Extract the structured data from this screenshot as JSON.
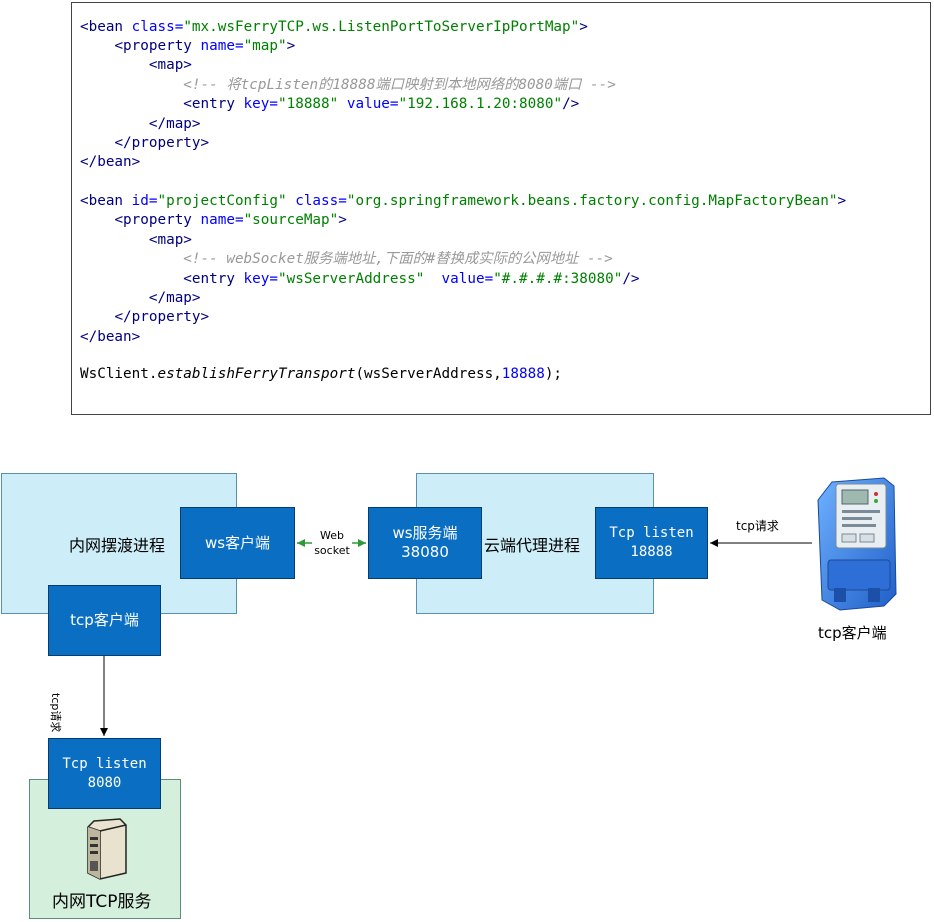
{
  "code": {
    "bean1_open_tag": "<bean",
    "bean1_class_attr": " class=",
    "bean1_class_val": "\"mx.wsFerryTCP.ws.ListenPortToServerIpPortMap\"",
    "gt": ">",
    "property_tag": "<property",
    "name_attr": " name=",
    "map_val": "\"map\"",
    "map_open": "<map>",
    "comment1": "<!-- 将tcpListen的18888端口映射到本地网络的8080端口 -->",
    "entry_tag": "<entry",
    "key_attr": " key=",
    "key1_val": "\"18888\"",
    "value_attr": " value=",
    "value1_val": "\"192.168.1.20:8080\"",
    "self_close": "/>",
    "map_close": "</map>",
    "property_close": "</property>",
    "bean_close": "</bean>",
    "id_attr": " id=",
    "bean2_id_val": "\"projectConfig\"",
    "bean2_class_val": "\"org.springframework.beans.factory.config.MapFactoryBean\"",
    "sourcemap_val": "\"sourceMap\"",
    "comment2": "<!-- webSocket服务端地址,下面的#替换成实际的公网地址 -->",
    "key2_val": "\"wsServerAddress\"",
    "value_attr2": "  value=",
    "value2_val": "\"#.#.#.#:38080\"",
    "call_obj": "WsClient.",
    "call_method": "establishFerryTransport",
    "call_args_open": "(wsServerAddress,",
    "call_port": "18888",
    "call_args_close": ");"
  },
  "diagram": {
    "intranet_process": "内网摆渡进程",
    "ws_client": "ws客户端",
    "websocket_label_1": "Web",
    "websocket_label_2": "socket",
    "ws_server_1": "ws服务端",
    "ws_server_2": "38080",
    "cloud_process": "云端代理进程",
    "tcp_listen_1": "Tcp listen",
    "tcp_listen_port_1": "18888",
    "tcp_request_right": "tcp请求",
    "meter_caption": "tcp客户端",
    "tcp_client": "tcp客户端",
    "tcp_request_down": "tcp请求",
    "tcp_listen_2": "Tcp listen",
    "tcp_listen_port_2": "8080",
    "intranet_service": "内网TCP服务"
  },
  "colors": {
    "light_blue": "#cdeef8",
    "dark_blue": "#0a6fc2",
    "light_green": "#d4f0dc"
  }
}
